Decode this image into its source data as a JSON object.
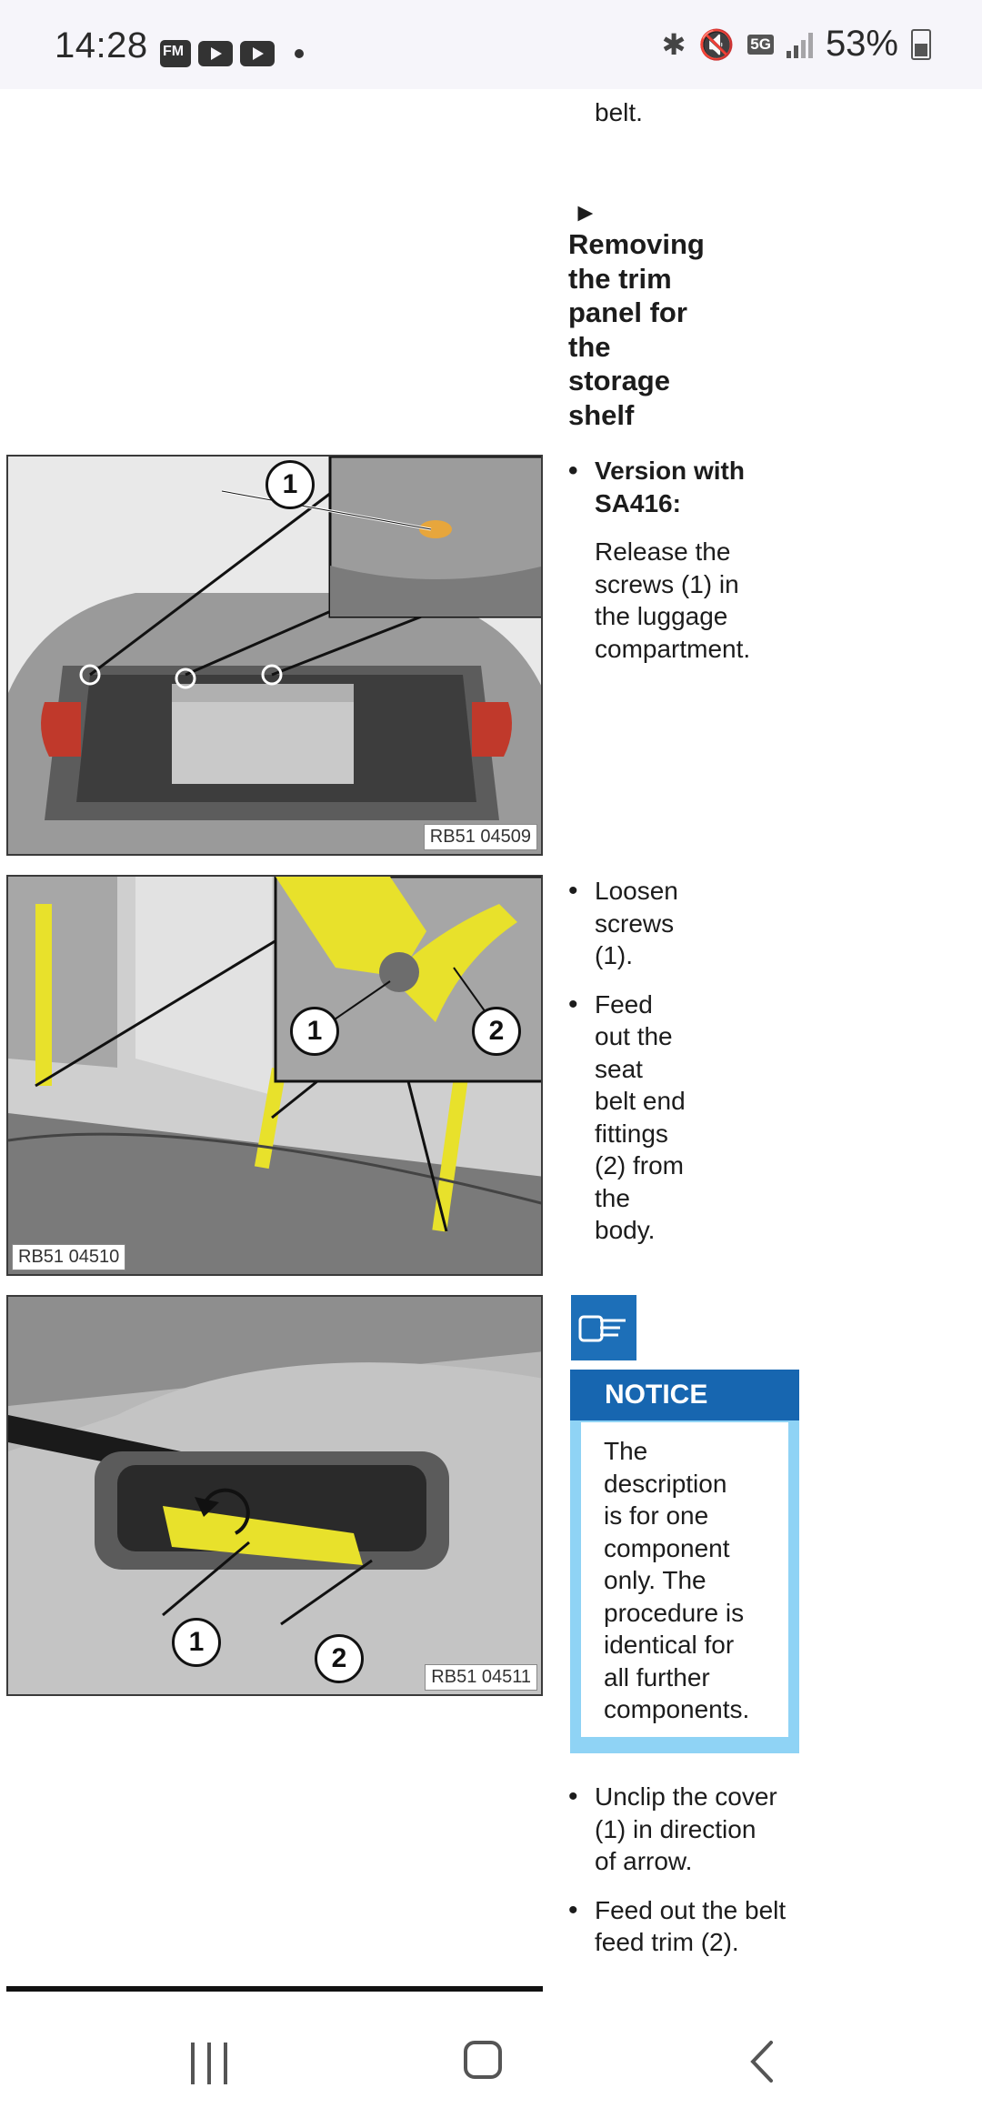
{
  "status_bar": {
    "time": "14:28",
    "app_icons": [
      "fm-icon",
      "youtube-icon",
      "youtube-icon"
    ],
    "network": "5G",
    "battery": "53%"
  },
  "content": {
    "top_fragment": "belt.",
    "section_arrow": "►",
    "section_heading_lines": [
      "Removing",
      "the trim",
      "panel for",
      "the",
      "storage",
      "shelf"
    ],
    "step1": {
      "title_lines": [
        "Version with",
        "SA416:"
      ],
      "body_lines": [
        "Release the",
        "screws (1) in",
        "the luggage",
        "compartment."
      ]
    },
    "step2": {
      "a_lines": [
        "Loosen",
        "screws",
        "(1)."
      ],
      "b_lines": [
        "Feed",
        "out the",
        "seat",
        "belt end",
        "fittings",
        "(2) from",
        "the",
        "body."
      ]
    },
    "notice": {
      "title": "NOTICE",
      "body_lines": [
        "The",
        "description",
        "is for one",
        "component",
        "only. The",
        "procedure is",
        "identical for",
        "all further",
        "components."
      ]
    },
    "step3": {
      "a_lines": [
        "Unclip the cover",
        "(1) in direction",
        "of arrow."
      ],
      "b_lines": [
        "Feed out the belt",
        "feed trim (2)."
      ]
    },
    "figures": [
      {
        "label": "RB51 04509",
        "callouts": [
          "1"
        ]
      },
      {
        "label": "RB51 04510",
        "callouts": [
          "1",
          "2"
        ]
      },
      {
        "label": "RB51 04511",
        "callouts": [
          "1",
          "2"
        ]
      }
    ]
  },
  "colors": {
    "accent_yellow": "#e8e12b",
    "notice_blue": "#1766b0",
    "notice_light": "#8fd3f5"
  }
}
